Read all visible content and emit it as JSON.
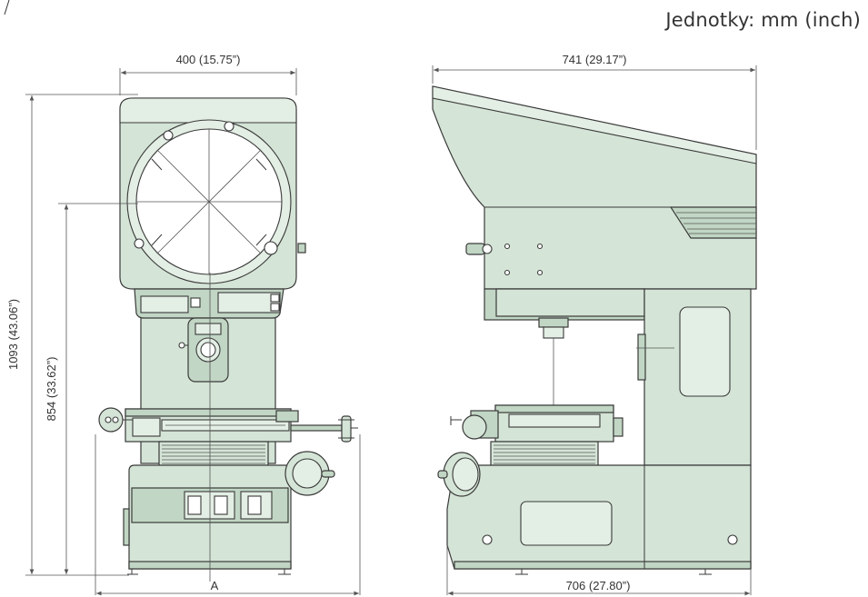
{
  "units_label": "Jednotky: mm (inch)",
  "front_view": {
    "width_dimension": "400 (15.75”)",
    "total_height_dimension": "1093 (43.06”)",
    "stage_height_dimension": "854 (33.62”)",
    "base_width_label": "A"
  },
  "side_view": {
    "depth_dimension": "741 (29.17”)",
    "base_depth_dimension": "706 (27.80”)"
  },
  "colors": {
    "machine_fill": "#d4e4d6",
    "outline": "#3a3a3a"
  }
}
